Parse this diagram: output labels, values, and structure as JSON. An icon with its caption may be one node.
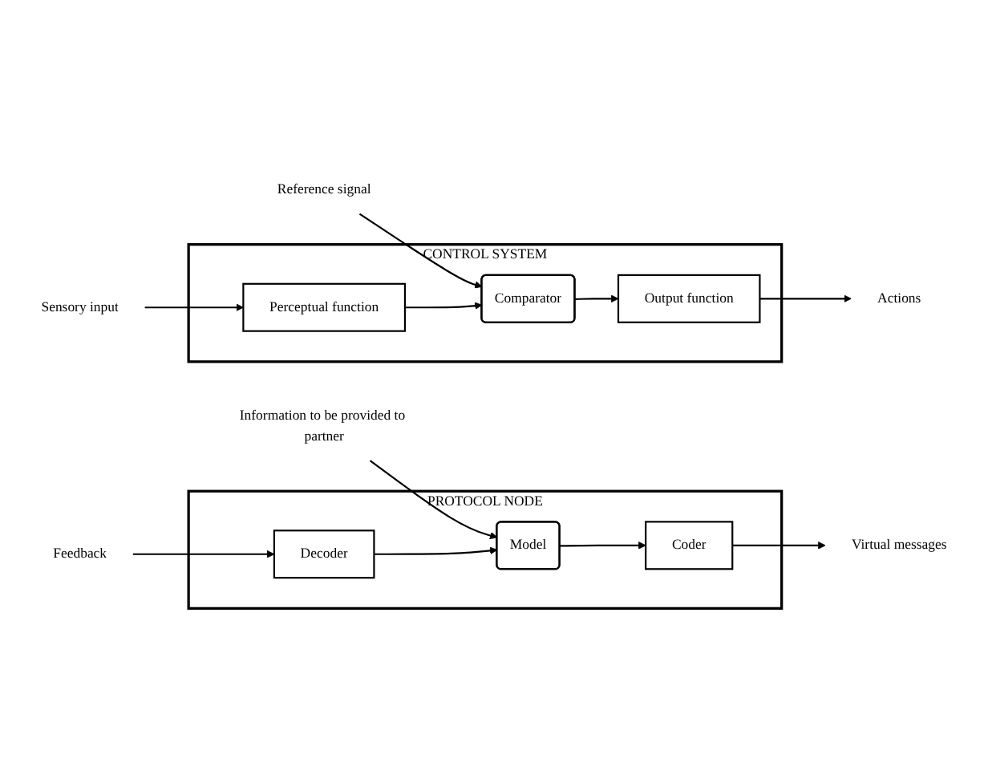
{
  "diagram": {
    "nodes": [
      {
        "text": [
          "Reference signal"
        ]
      },
      {
        "text": [
          "CONTROL SYSTEM"
        ]
      },
      {
        "text": [
          "Comparator"
        ],
        "in": 1
      },
      {
        "text": [
          "Output function"
        ],
        "in": 1
      },
      {
        "text": [
          "Perceptual function"
        ],
        "in": 1
      },
      {
        "text": [
          "Actions"
        ]
      },
      {
        "text": [
          "Sensory input"
        ]
      },
      {
        "text": [
          "Information to be provided to partner"
        ]
      },
      {
        "text": [
          "PROTOCOL NODE"
        ]
      },
      {
        "text": [
          "Model"
        ],
        "in": 8
      },
      {
        "text": [
          "Coder"
        ],
        "in": 8
      },
      {
        "text": [
          "Decoder"
        ],
        "in": 8
      },
      {
        "text": [
          "Virtual messages"
        ]
      },
      {
        "text": [
          "Feedback"
        ]
      }
    ],
    "edges": [
      {
        "from": 0,
        "to": 2,
        "arrow": "to"
      },
      {
        "from": 2,
        "to": 3,
        "arrow": "to"
      },
      {
        "from": 4,
        "to": 2,
        "arrow": "to"
      },
      {
        "from": 3,
        "to": 5,
        "arrow": "to"
      },
      {
        "from": 6,
        "to": 4,
        "arrow": "to"
      },
      {
        "from": 7,
        "to": 9,
        "arrow": "to"
      },
      {
        "from": 9,
        "to": 10,
        "arrow": "to"
      },
      {
        "from": 11,
        "to": 9,
        "arrow": "to"
      },
      {
        "from": 10,
        "to": 12,
        "arrow": "to"
      },
      {
        "from": 13,
        "to": 11,
        "arrow": "to"
      }
    ]
  }
}
